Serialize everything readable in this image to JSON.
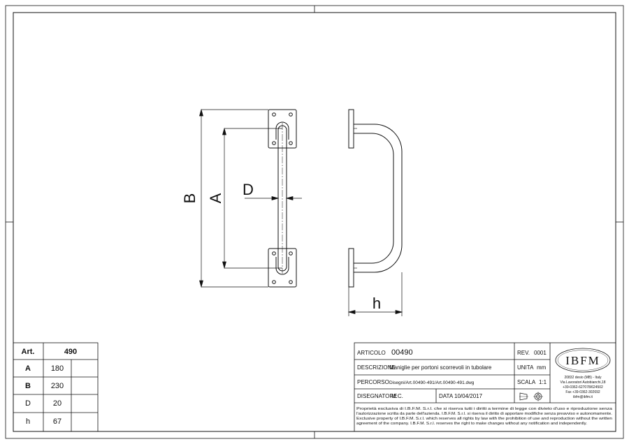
{
  "dimension_labels": {
    "B": "B",
    "A": "A",
    "D": "D",
    "h": "h"
  },
  "parts_table": {
    "header_label": "Art.",
    "header_value": "490",
    "rows": [
      {
        "label": "A",
        "value": "180"
      },
      {
        "label": "B",
        "value": "230"
      },
      {
        "label": "D",
        "value": "20"
      },
      {
        "label": "h",
        "value": "67"
      }
    ]
  },
  "title_block": {
    "articolo_label": "ARTICOLO",
    "articolo_value": "00490",
    "rev_label": "REV.",
    "rev_value": "0001",
    "descrizione_label": "DESCRIZIONE",
    "descrizione_value": "Maniglie per portoni scorrevoli in tubolare",
    "unita_label": "UNITA",
    "unita_value": "mm",
    "percorso_label": "PERCORSO",
    "percorso_value": "Disegni/Art.00490-491/Art.00490-491.dwg",
    "scala_label": "SCALA",
    "scala_value": "1:1",
    "disegnatore_label": "DISEGNATORE",
    "disegnatore_value": "M.C.",
    "data_label": "DATA",
    "data_value": "10/04/2017",
    "logo_text": "IBFM",
    "address_lines": [
      "20832 desio (MB) - Italy",
      "Via Lavoratori Autobianchi,18",
      "+39-0362-627078/624502",
      "Fax +39-0362-302692",
      "ibfm@ibfm.it"
    ],
    "legal_lines": [
      "Proprietà esclusiva di I.B.F.M. S.r.l. che si riserva tutti i diritti a termine di legge con divieto d'uso e riproduzione senza",
      "l'autorizzazione scritta da parte dell'azienda. I.B.F.M. S.r.l. si riserva il diritto di apportare modifiche senza preavviso e autonomamente.",
      "Exclusive property of I.B.F.M. S.r.l. which reserves all rights by law with the prohibition of use and reproduction without the written",
      "agreement of the company. I.B.F.M. S.r.l. reserves the right to make changes without any notification and independently."
    ]
  }
}
